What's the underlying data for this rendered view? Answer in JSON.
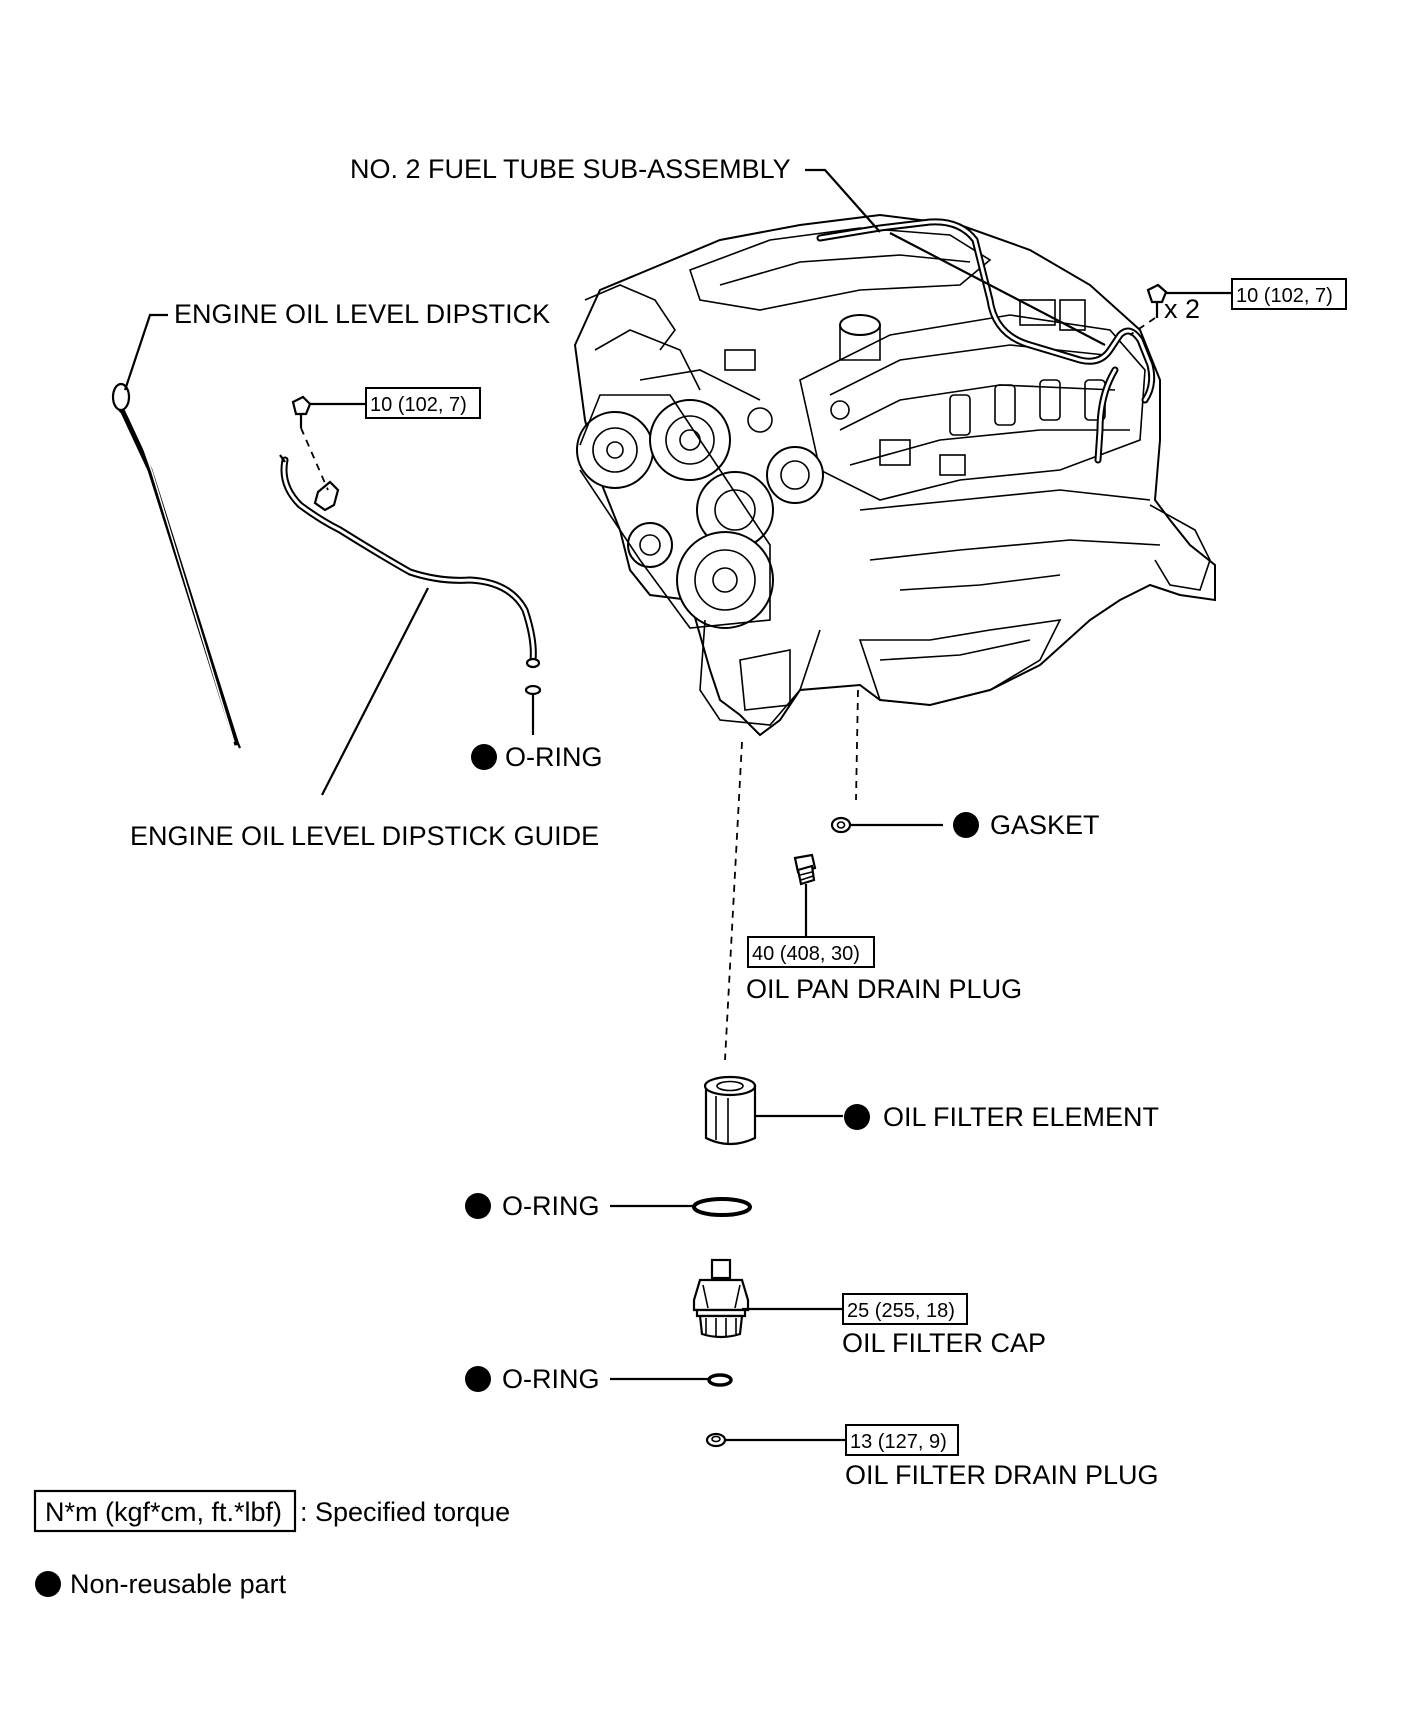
{
  "labels": {
    "fuel_tube": "NO. 2 FUEL TUBE SUB-ASSEMBLY",
    "dipstick": "ENGINE OIL LEVEL DIPSTICK",
    "dipstick_guide": "ENGINE OIL LEVEL DIPSTICK GUIDE",
    "oring_guide": "O-RING",
    "gasket": "GASKET",
    "drain_plug": "OIL PAN DRAIN PLUG",
    "filter_element": "OIL FILTER ELEMENT",
    "oring_filter": "O-RING",
    "filter_cap": "OIL FILTER CAP",
    "oring_cap": "O-RING",
    "filter_drain_plug": "OIL FILTER DRAIN PLUG",
    "quantity": "x 2"
  },
  "torques": {
    "fuel_tube_bolt": "10 (102, 7)",
    "guide_bolt": "10 (102, 7)",
    "drain_plug": "40 (408, 30)",
    "filter_cap": "25 (255, 18)",
    "filter_drain_plug": "13 (127, 9)"
  },
  "legend": {
    "torque_units": "N*m (kgf*cm, ft.*lbf)",
    "torque_desc": ": Specified torque",
    "nonreusable_desc": "Non-reusable part"
  },
  "icons": {
    "nonreusable": "filled-circle-icon"
  }
}
